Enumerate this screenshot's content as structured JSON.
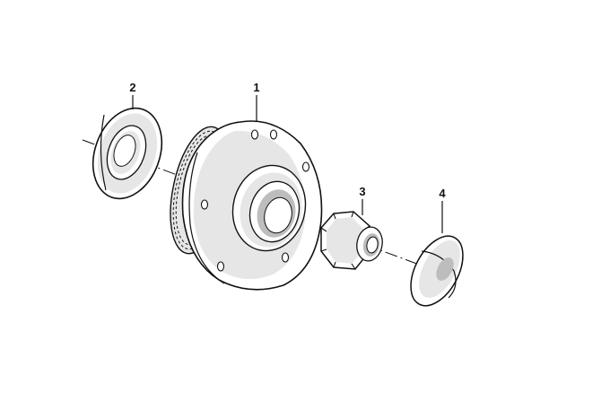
{
  "diagram": {
    "callouts": [
      {
        "id": "hub",
        "label": "1"
      },
      {
        "id": "shaft-seal",
        "label": "2"
      },
      {
        "id": "collar-nut",
        "label": "3"
      },
      {
        "id": "dust-cap",
        "label": "4"
      }
    ]
  }
}
